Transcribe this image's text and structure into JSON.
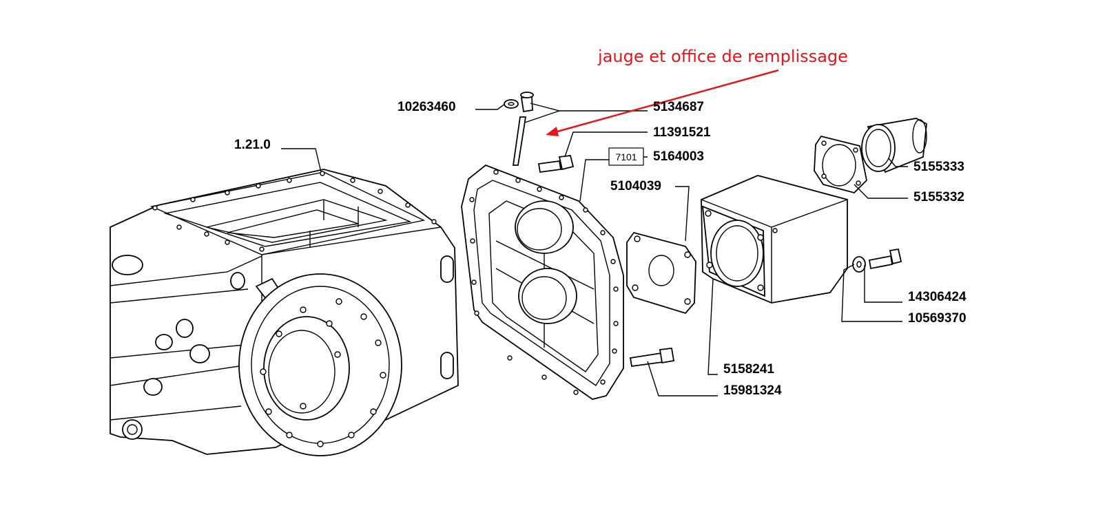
{
  "annotation": {
    "text": "jauge et office de remplissage",
    "color": "#e8141b"
  },
  "reference": {
    "group_label": "1.21.0",
    "box_label": "7101"
  },
  "parts": {
    "p10263460": "10263460",
    "p5134687": "5134687",
    "p11391521": "11391521",
    "p5164003": "5164003",
    "p5104039": "5104039",
    "p5155333": "5155333",
    "p5155332": "5155332",
    "p14306424": "14306424",
    "p10569370": "10569370",
    "p5158241": "5158241",
    "p15981324": "15981324"
  }
}
